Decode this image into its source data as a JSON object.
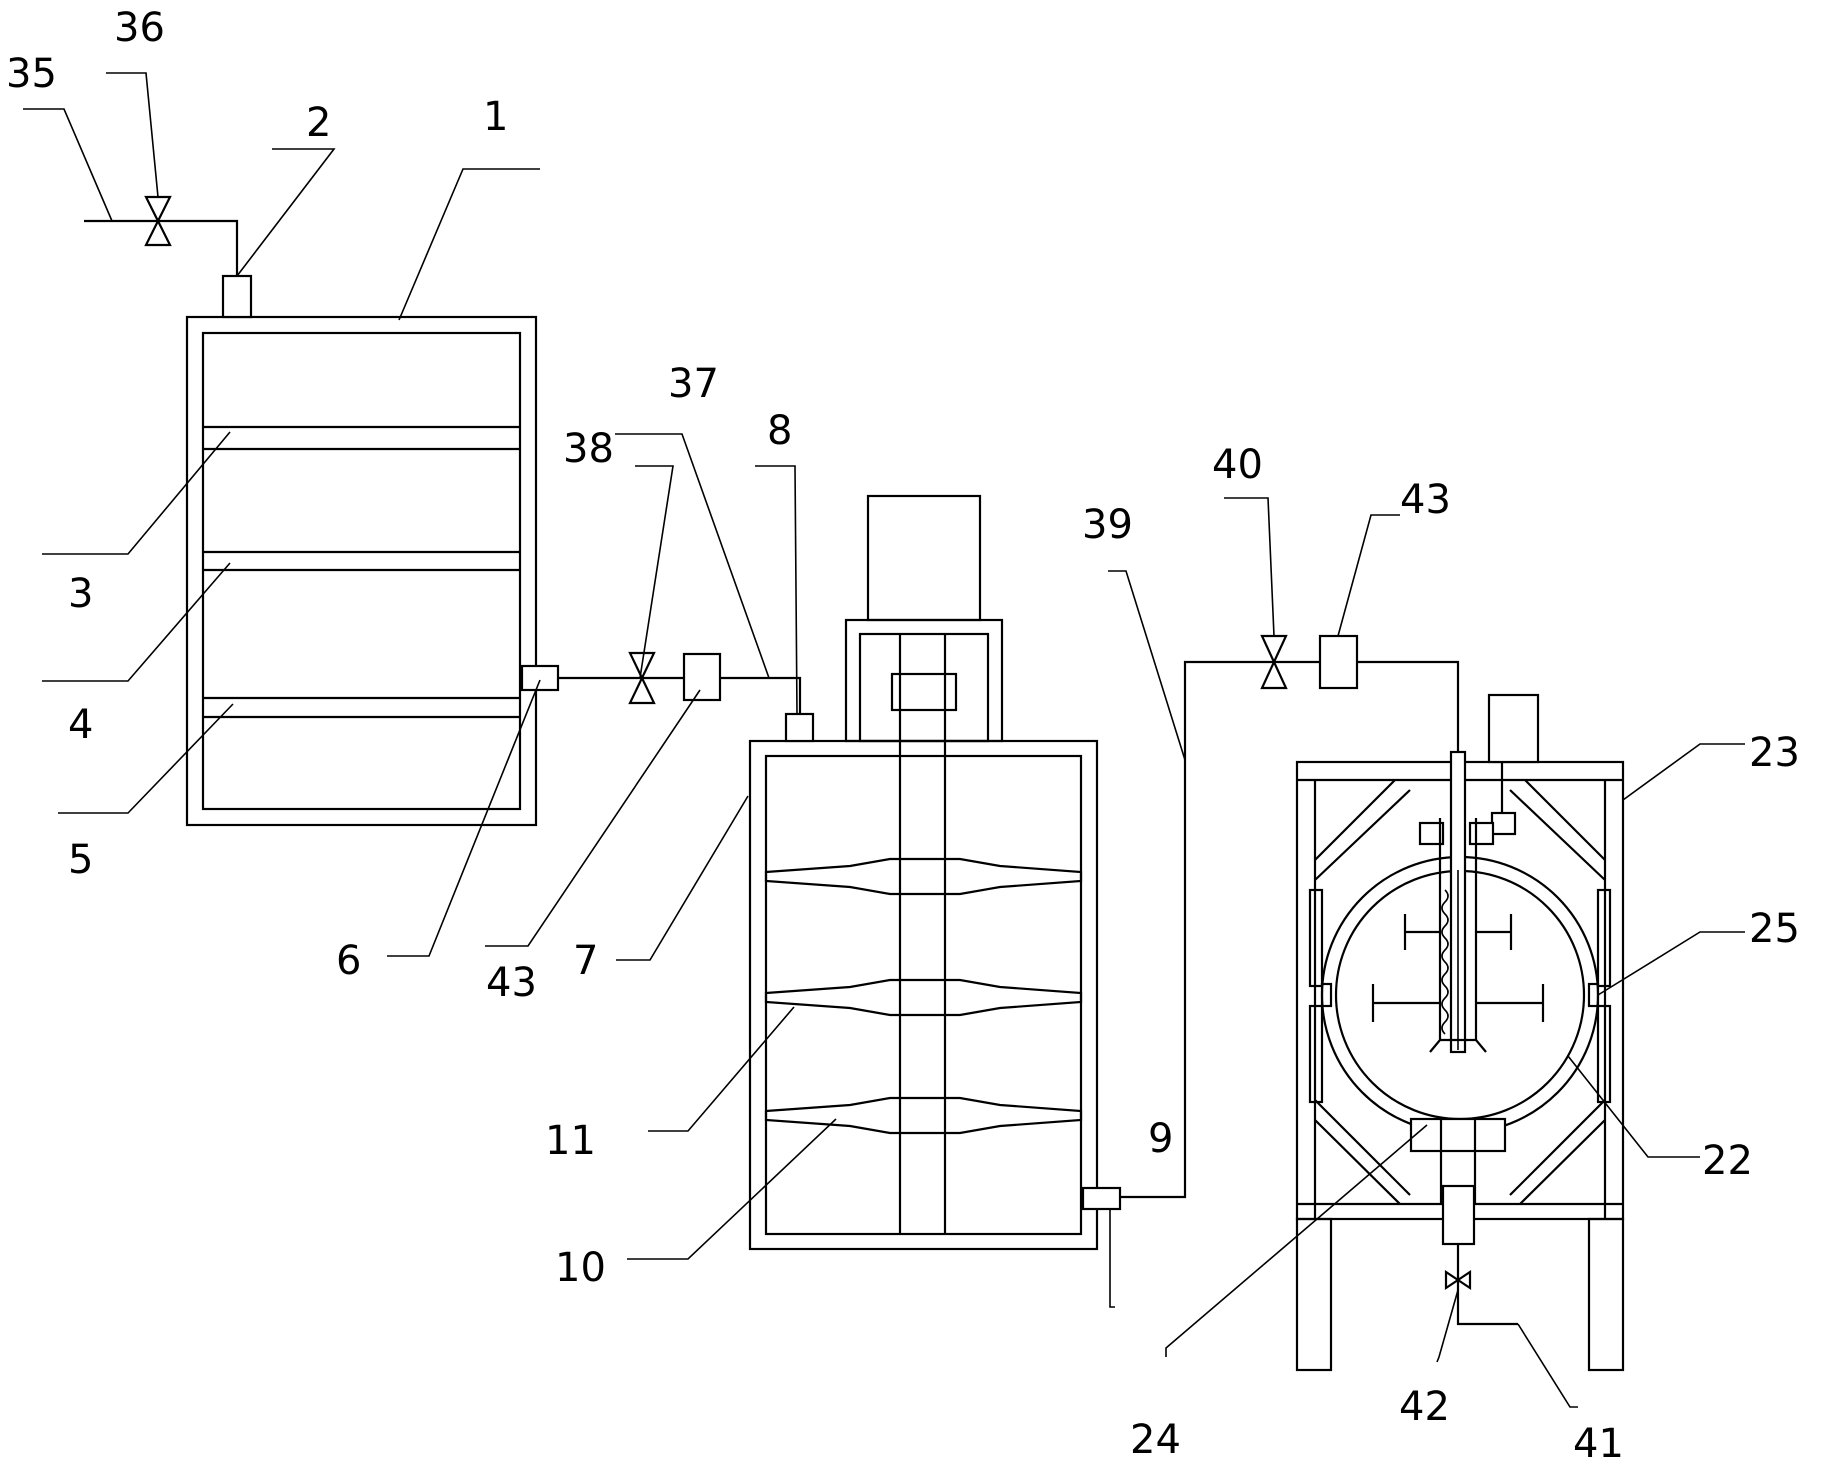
{
  "labels": {
    "n1": "1",
    "n2": "2",
    "n3": "3",
    "n4": "4",
    "n5": "5",
    "n6": "6",
    "n7": "7",
    "n8": "8",
    "n9": "9",
    "n10": "10",
    "n11": "11",
    "n22": "22",
    "n23": "23",
    "n24": "24",
    "n25": "25",
    "n35": "35",
    "n36": "36",
    "n37": "37",
    "n38": "38",
    "n39": "39",
    "n40": "40",
    "n41": "41",
    "n42": "42",
    "n43a": "43",
    "n43b": "43"
  }
}
